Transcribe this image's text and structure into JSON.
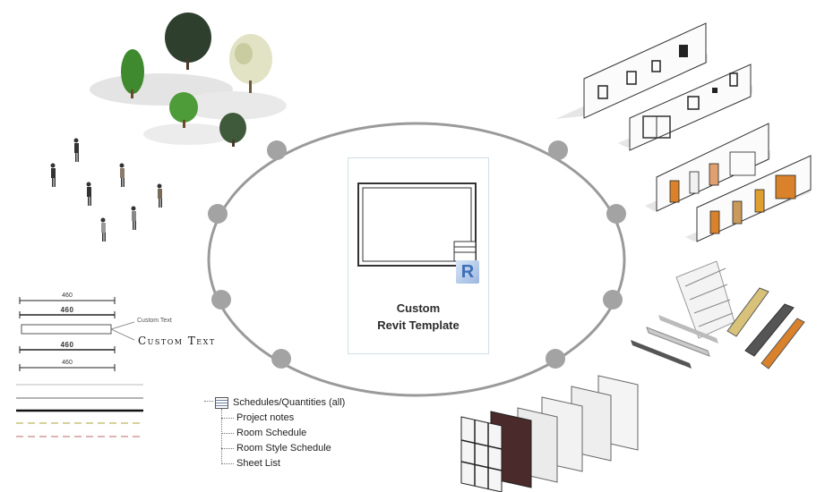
{
  "center": {
    "title_line1": "Custom",
    "title_line2": "Revit Template",
    "logo_letter": "R"
  },
  "annotations": {
    "dim_1": "460",
    "dim_2": "460",
    "dim_3": "460",
    "dim_4": "460",
    "small_label": "Custom Text",
    "large_label": "Custom Text"
  },
  "browser_tree": {
    "root": "Schedules/Quantities (all)",
    "children": [
      "Project notes",
      "Room Schedule",
      "Room Style Schedule",
      "Sheet List"
    ]
  },
  "colors": {
    "ring": "#9a9a9a",
    "node": "#a3a3a3",
    "card_border": "#cfe0e6",
    "logo_blue": "#3b6fb6",
    "door_orange": "#d9822b",
    "brick": "#4a2a2a"
  },
  "icons": {
    "schedule": "schedule-table-icon",
    "revit_logo": "revit-logo-icon"
  }
}
